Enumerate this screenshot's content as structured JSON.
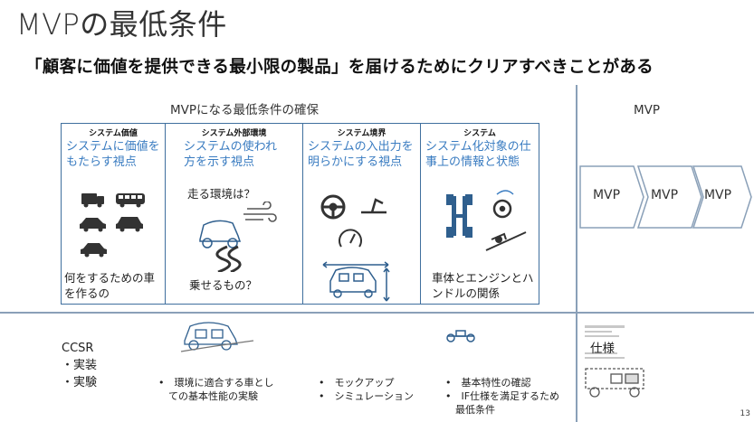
{
  "slide": {
    "title": "MVPの最低条件",
    "subtitle": "「顧客に価値を提供できる最小限の製品」を届けるためにクリアすべきことがある",
    "page_number": "13"
  },
  "left_section": {
    "title": "MVPになる最低条件の確保",
    "panels": [
      {
        "header": "システム価値",
        "desc": "システムに価値をもたらす視点",
        "text1": "何をするための車を作るの"
      },
      {
        "header": "システム外部環境",
        "desc": "システムの使われ方を示す視点",
        "text1": "走る環境は？",
        "text2": "乗せるもの？"
      },
      {
        "header": "システム境界",
        "desc": "システムの入出力を明らかにする視点"
      },
      {
        "header": "システム",
        "desc": "システム化対象の仕事上の情報と状態",
        "text1": "車体とエンジンとハンドルの関係"
      }
    ]
  },
  "right_section": {
    "title": "MVP",
    "arrows": [
      "MVP",
      "MVP",
      "MVP"
    ]
  },
  "bottom": {
    "ccsr": {
      "label": "CCSR",
      "items": [
        "・実装",
        "・実験"
      ]
    },
    "col1": [
      "•　環境に適合する車とし",
      "　ての基本性能の実験"
    ],
    "col2": [
      "•　モックアップ",
      "•　シミュレーション"
    ],
    "col3": [
      "•　基本特性の確認",
      "•　IF仕様を満足するため",
      "　最低条件"
    ],
    "spec_label": "仕様"
  },
  "colors": {
    "accent_blue": "#3a7cc1",
    "panel_border": "#3f6f9e",
    "divider": "#8aa0b8"
  },
  "icons": [
    "truck-icon",
    "bus-icon",
    "car-icon",
    "wind-icon",
    "winding-road-icon",
    "steering-wheel-icon",
    "pedal-icon",
    "speedometer-icon",
    "chassis-icon",
    "slope-icon"
  ]
}
